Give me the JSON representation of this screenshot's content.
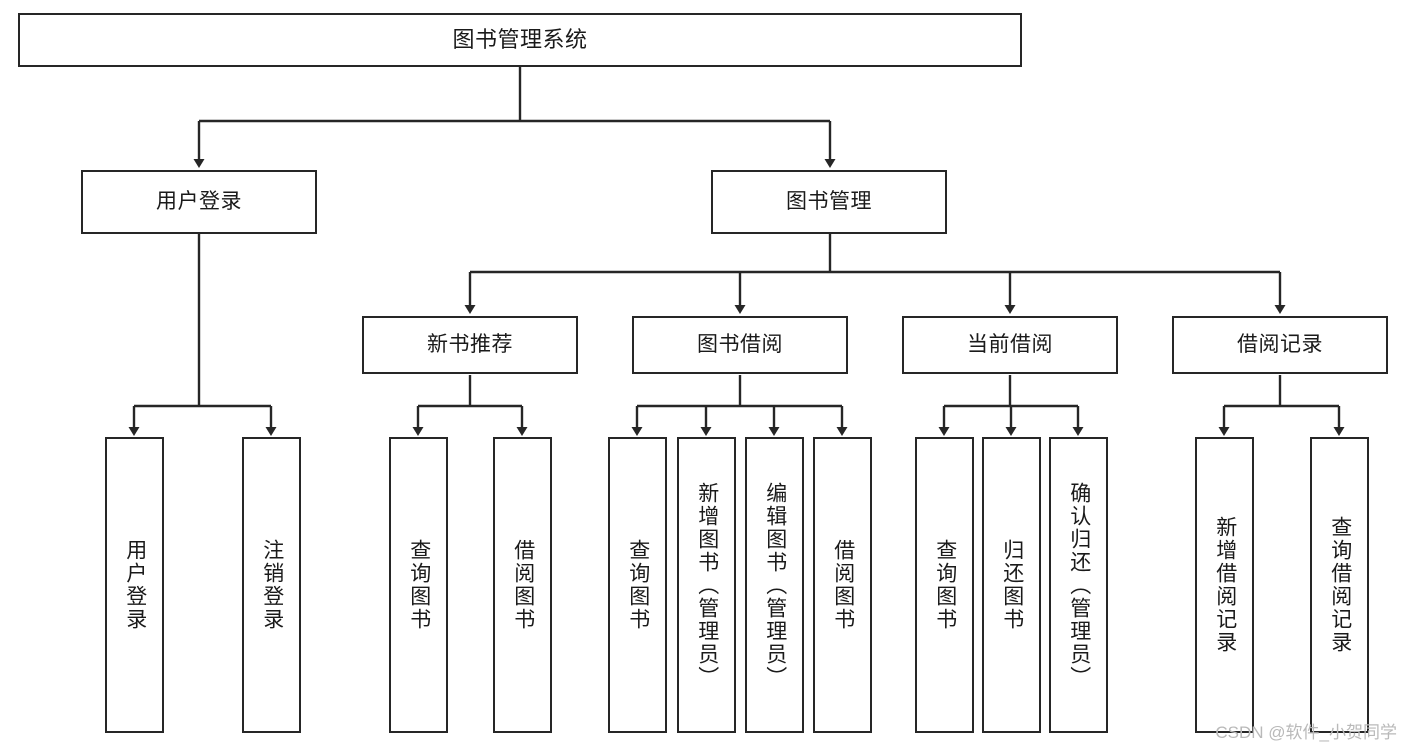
{
  "diagram": {
    "type": "tree-hierarchy",
    "title": "图书管理系统",
    "watermark": "CSDN @软件_小贺同学",
    "colors": {
      "stroke": "#262626",
      "background": "#ffffff",
      "text": "#1a1a1a",
      "watermark": "#b9b9b9"
    },
    "levels": {
      "root": {
        "label": "图书管理系统"
      },
      "level2": [
        {
          "id": "user-login",
          "label": "用户登录"
        },
        {
          "id": "book-management",
          "label": "图书管理"
        }
      ],
      "level3": [
        {
          "id": "new-book-recommend",
          "label": "新书推荐",
          "parent": "book-management"
        },
        {
          "id": "book-borrow",
          "label": "图书借阅",
          "parent": "book-management"
        },
        {
          "id": "current-borrow",
          "label": "当前借阅",
          "parent": "book-management"
        },
        {
          "id": "borrow-record",
          "label": "借阅记录",
          "parent": "book-management"
        }
      ],
      "leaves": [
        {
          "id": "leaf-user-login",
          "label": "用户登录",
          "parent": "user-login"
        },
        {
          "id": "leaf-logout",
          "label": "注销登录",
          "parent": "user-login"
        },
        {
          "id": "leaf-query-book-1",
          "label": "查询图书",
          "parent": "new-book-recommend"
        },
        {
          "id": "leaf-borrow-book-1",
          "label": "借阅图书",
          "parent": "new-book-recommend"
        },
        {
          "id": "leaf-query-book-2",
          "label": "查询图书",
          "parent": "book-borrow"
        },
        {
          "id": "leaf-add-book",
          "label": "新增图书（管理员）",
          "parent": "book-borrow"
        },
        {
          "id": "leaf-edit-book",
          "label": "编辑图书（管理员）",
          "parent": "book-borrow"
        },
        {
          "id": "leaf-borrow-book-2",
          "label": "借阅图书",
          "parent": "book-borrow"
        },
        {
          "id": "leaf-query-book-3",
          "label": "查询图书",
          "parent": "current-borrow"
        },
        {
          "id": "leaf-return-book",
          "label": "归还图书",
          "parent": "current-borrow"
        },
        {
          "id": "leaf-confirm-return",
          "label": "确认归还（管理员）",
          "parent": "current-borrow"
        },
        {
          "id": "leaf-add-record",
          "label": "新增借阅记录",
          "parent": "borrow-record"
        },
        {
          "id": "leaf-query-record",
          "label": "查询借阅记录",
          "parent": "borrow-record"
        }
      ]
    }
  }
}
